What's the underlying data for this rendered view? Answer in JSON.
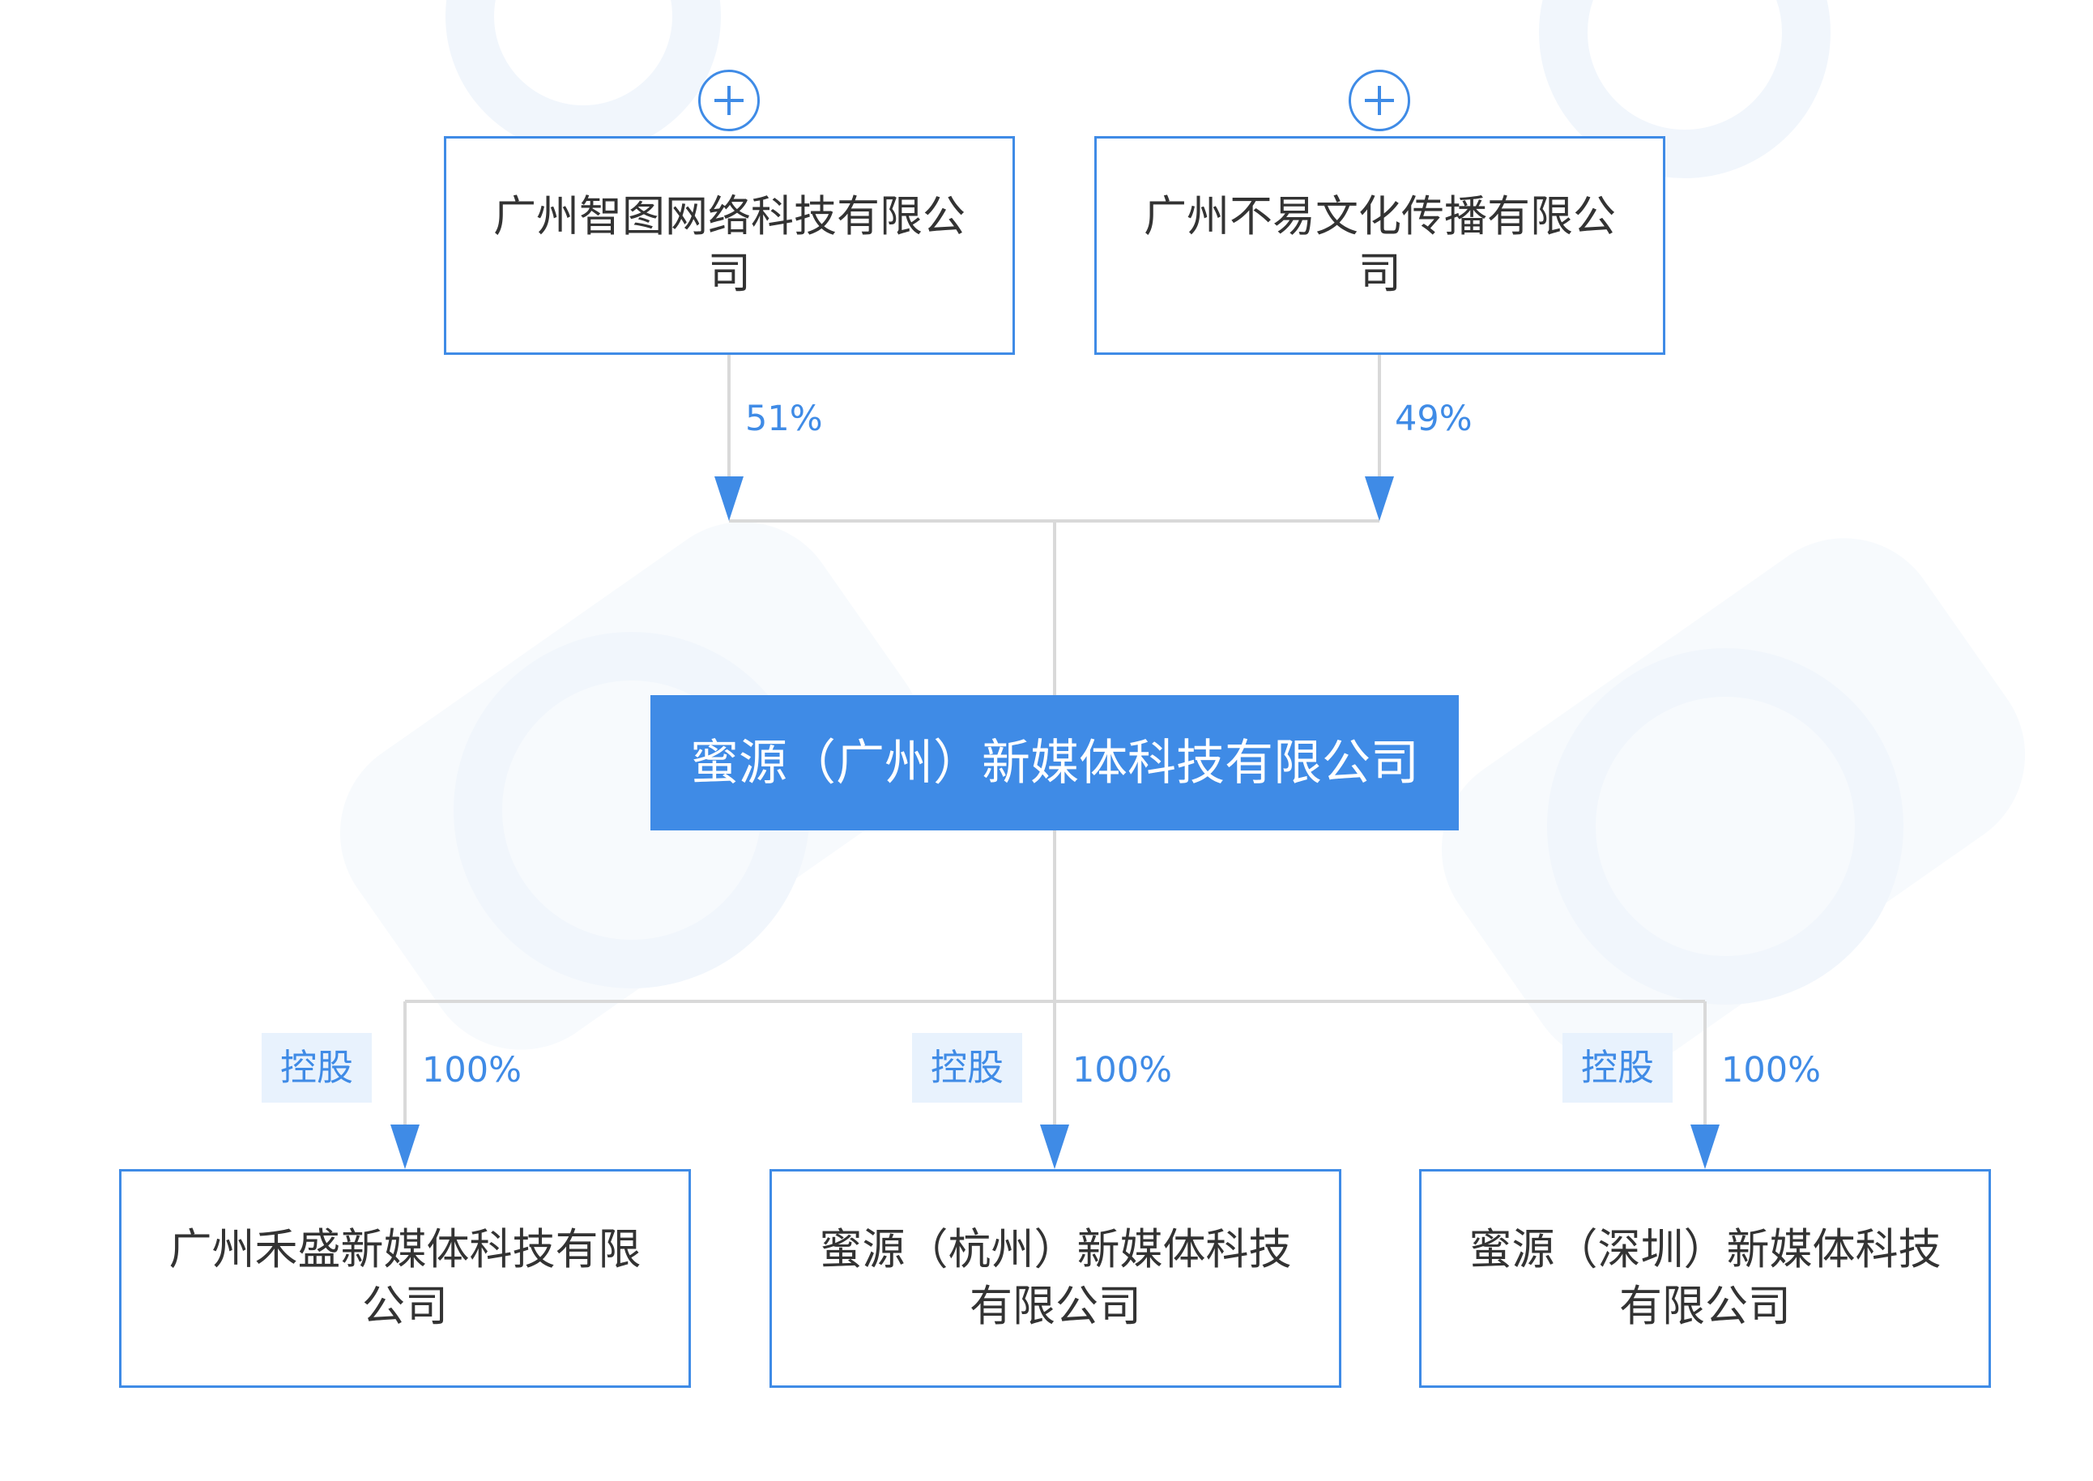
{
  "colors": {
    "accent": "#3f8be6",
    "line": "#d9d9d9",
    "node_text": "#333333",
    "badge_bg": "#e8f2fd"
  },
  "shareholders": [
    {
      "name": "广州智图网络科技有限公司",
      "share": "51%",
      "expand_icon": "plus-circle-icon"
    },
    {
      "name": "广州不易文化传播有限公司",
      "share": "49%",
      "expand_icon": "plus-circle-icon"
    }
  ],
  "main_company": {
    "name": "蜜源（广州）新媒体科技有限公司"
  },
  "subsidiaries": [
    {
      "name": "广州禾盛新媒体科技有限公司",
      "tag": "控股",
      "share": "100%"
    },
    {
      "name": "蜜源（杭州）新媒体科技有限公司",
      "tag": "控股",
      "share": "100%"
    },
    {
      "name": "蜜源（深圳）新媒体科技有限公司",
      "tag": "控股",
      "share": "100%"
    }
  ]
}
